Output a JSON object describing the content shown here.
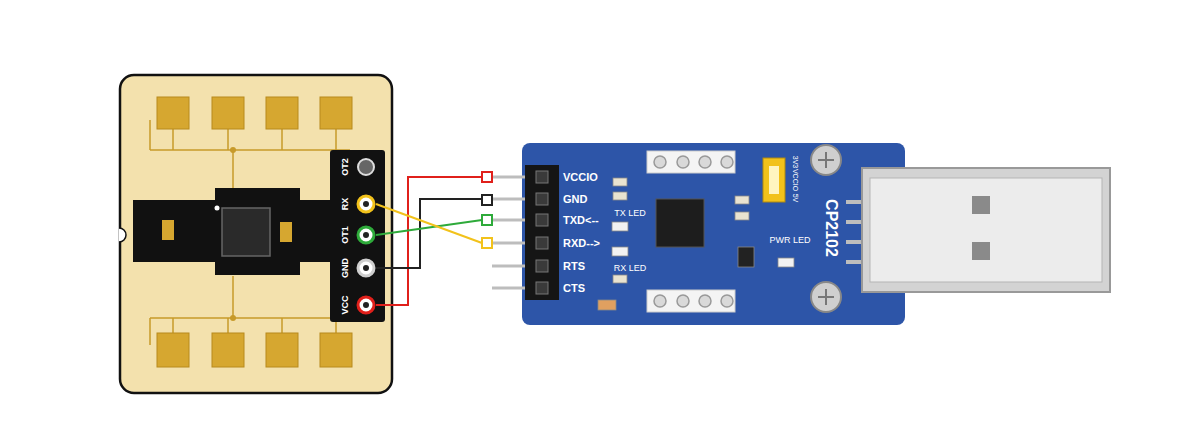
{
  "diagram": {
    "nodes": [
      {
        "text": [
          "OT2"
        ]
      },
      {
        "text": [
          "RX"
        ]
      },
      {
        "text": [
          "OT1"
        ]
      },
      {
        "text": [
          "GND"
        ]
      },
      {
        "text": [
          "VCC"
        ]
      },
      {
        "text": [
          "VCCIO"
        ]
      },
      {
        "text": [
          "GND"
        ]
      },
      {
        "text": [
          "TXD<--"
        ]
      },
      {
        "text": [
          "RXD-->"
        ]
      },
      {
        "text": [
          "RTS"
        ]
      },
      {
        "text": [
          "CTS"
        ]
      }
    ],
    "edges": [
      {
        "from": 4,
        "to": 5,
        "arrow": "none"
      },
      {
        "from": 3,
        "to": 6,
        "arrow": "none"
      },
      {
        "from": 2,
        "to": 7,
        "arrow": "none"
      },
      {
        "from": 1,
        "to": 8,
        "arrow": "none"
      }
    ],
    "labels": [
      "TX LED",
      "RX LED",
      "PWR LED",
      "CP2102",
      "3V3",
      "VCCIO",
      "5V"
    ]
  }
}
